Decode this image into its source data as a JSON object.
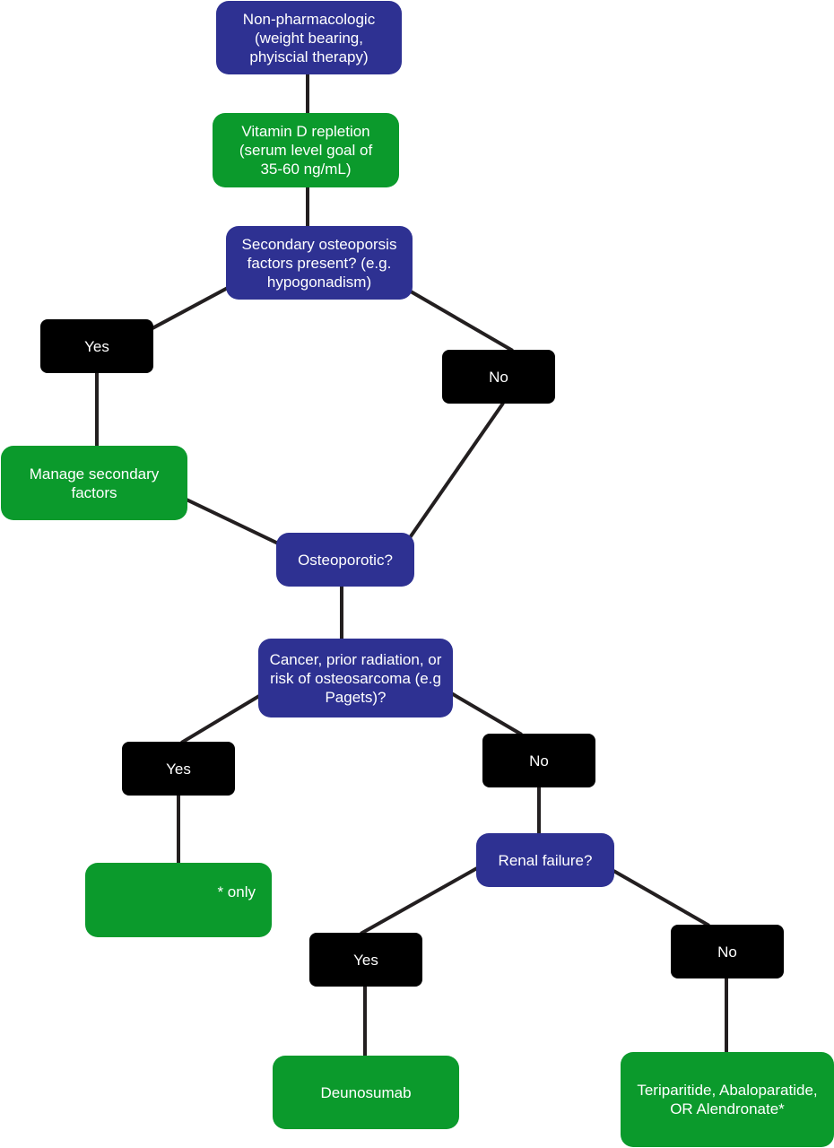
{
  "colors": {
    "question": "#2e3192",
    "action": "#0b9a2c",
    "branch": "#000000",
    "connector": "#231f20"
  },
  "nodes": {
    "non_pharm": "Non-pharmacologic\n(weight bearing,\nphyiscial therapy)",
    "vitamin_d": "Vitamin D repletion\n(serum level goal of\n35-60 ng/mL)",
    "secondary_q": "Secondary osteoporsis\nfactors present? (e.g.\nhypogonadism)",
    "yes_1": "Yes",
    "no_1": "No",
    "manage_secondary": "Manage secondary\nfactors",
    "osteoporotic_q": "Osteoporotic?",
    "cancer_q": "Cancer, prior radiation, or\nrisk of osteosarcoma (e.g\nPagets)?",
    "yes_2": "Yes",
    "no_2": "No",
    "only_box": "* only",
    "renal_q": "Renal failure?",
    "yes_3": "Yes",
    "no_3": "No",
    "deunosumab": "Deunosumab",
    "teriparatide": "Teriparitide, Abaloparatide,\nOR Alendronate*"
  }
}
